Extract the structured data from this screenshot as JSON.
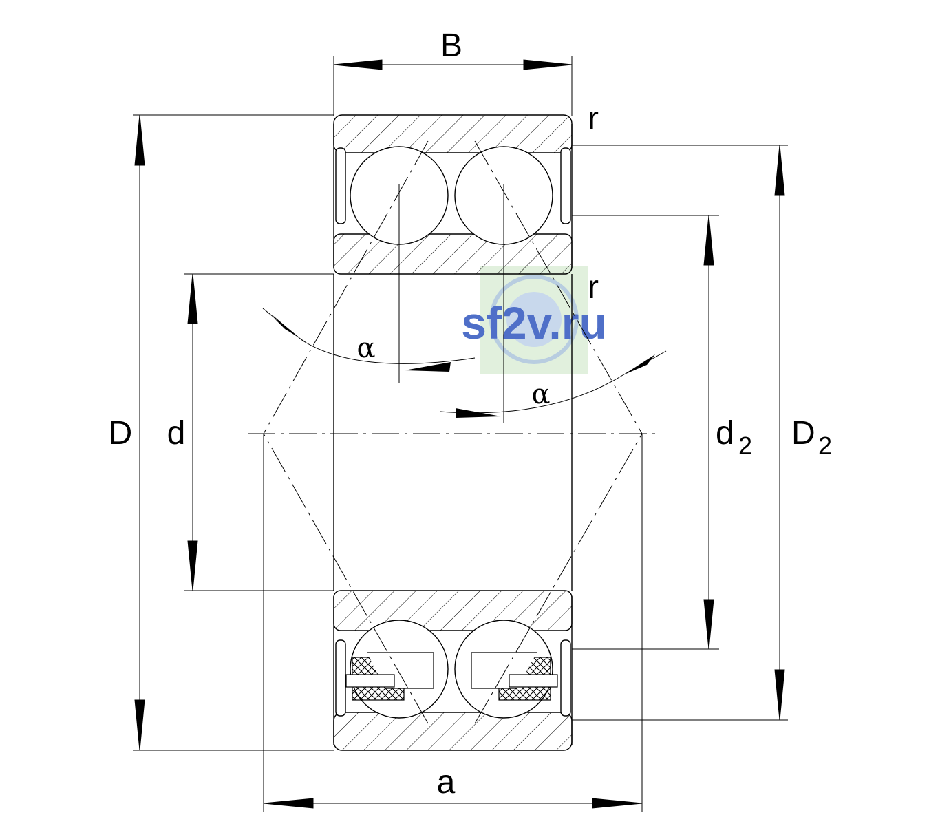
{
  "labels": {
    "width": "B",
    "outer_diameter": "D",
    "bore": "d",
    "inner_shoulder_main": "d",
    "inner_shoulder_sub": "2",
    "outer_shoulder_main": "D",
    "outer_shoulder_sub": "2",
    "spread": "a",
    "radius_top": "r",
    "radius_inner": "r",
    "contact_angle_left": "α",
    "contact_angle_right": "α"
  },
  "watermark": {
    "text": "sf2v.ru",
    "color": "#4f6fc8",
    "badge_color": "#d9ecd4"
  },
  "colors": {
    "line": "#000000",
    "background": "#ffffff"
  }
}
